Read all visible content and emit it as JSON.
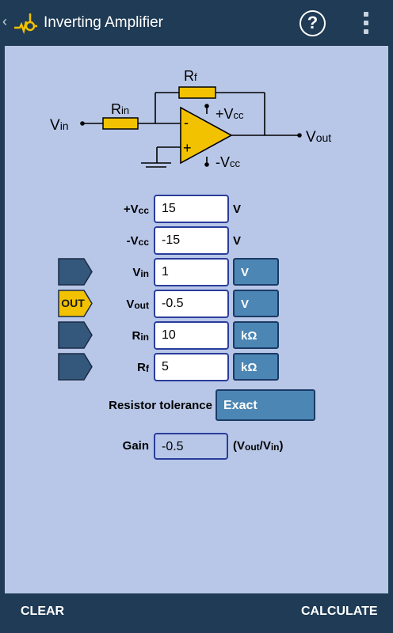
{
  "appbar": {
    "back": "‹",
    "title": "Inverting Amplifier",
    "help": "?"
  },
  "schematic": {
    "rf": "R",
    "rf_sub": "f",
    "rin": "R",
    "rin_sub": "in",
    "vin": "V",
    "vin_sub": "in",
    "vout": "V",
    "vout_sub": "out",
    "pvcc": "+V",
    "pvcc_sub": "cc",
    "nvcc": "-V",
    "nvcc_sub": "cc",
    "minus": "-",
    "plus": "+"
  },
  "fields": {
    "pvcc": {
      "label": "+V",
      "label_sub": "cc",
      "value": "15",
      "unit": "V"
    },
    "nvcc": {
      "label": "-V",
      "label_sub": "cc",
      "value": "-15",
      "unit": "V"
    },
    "vin": {
      "label": "V",
      "label_sub": "in",
      "value": "1",
      "unit": "V"
    },
    "vout": {
      "label": "V",
      "label_sub": "out",
      "value": "-0.5",
      "unit": "V",
      "tag": "OUT"
    },
    "rin": {
      "label": "R",
      "label_sub": "in",
      "value": "10",
      "unit": "kΩ"
    },
    "rf": {
      "label": "R",
      "label_sub": "f",
      "value": "5",
      "unit": "kΩ"
    }
  },
  "tolerance": {
    "label": "Resistor tolerance",
    "value": "Exact"
  },
  "gain": {
    "label": "Gain",
    "value": "-0.5",
    "unit_open": "(V",
    "unit_sub1": "out",
    "unit_mid": "/V",
    "unit_sub2": "in",
    "unit_close": ")"
  },
  "bottombar": {
    "clear": "CLEAR",
    "calculate": "CALCULATE"
  },
  "colors": {
    "background": "#b8c7e8",
    "bar": "#1f3b55",
    "opamp": "#f2c200",
    "unit_button": "#4c86b4",
    "tag_inactive": "#34587c",
    "tag_active": "#f2c200"
  }
}
